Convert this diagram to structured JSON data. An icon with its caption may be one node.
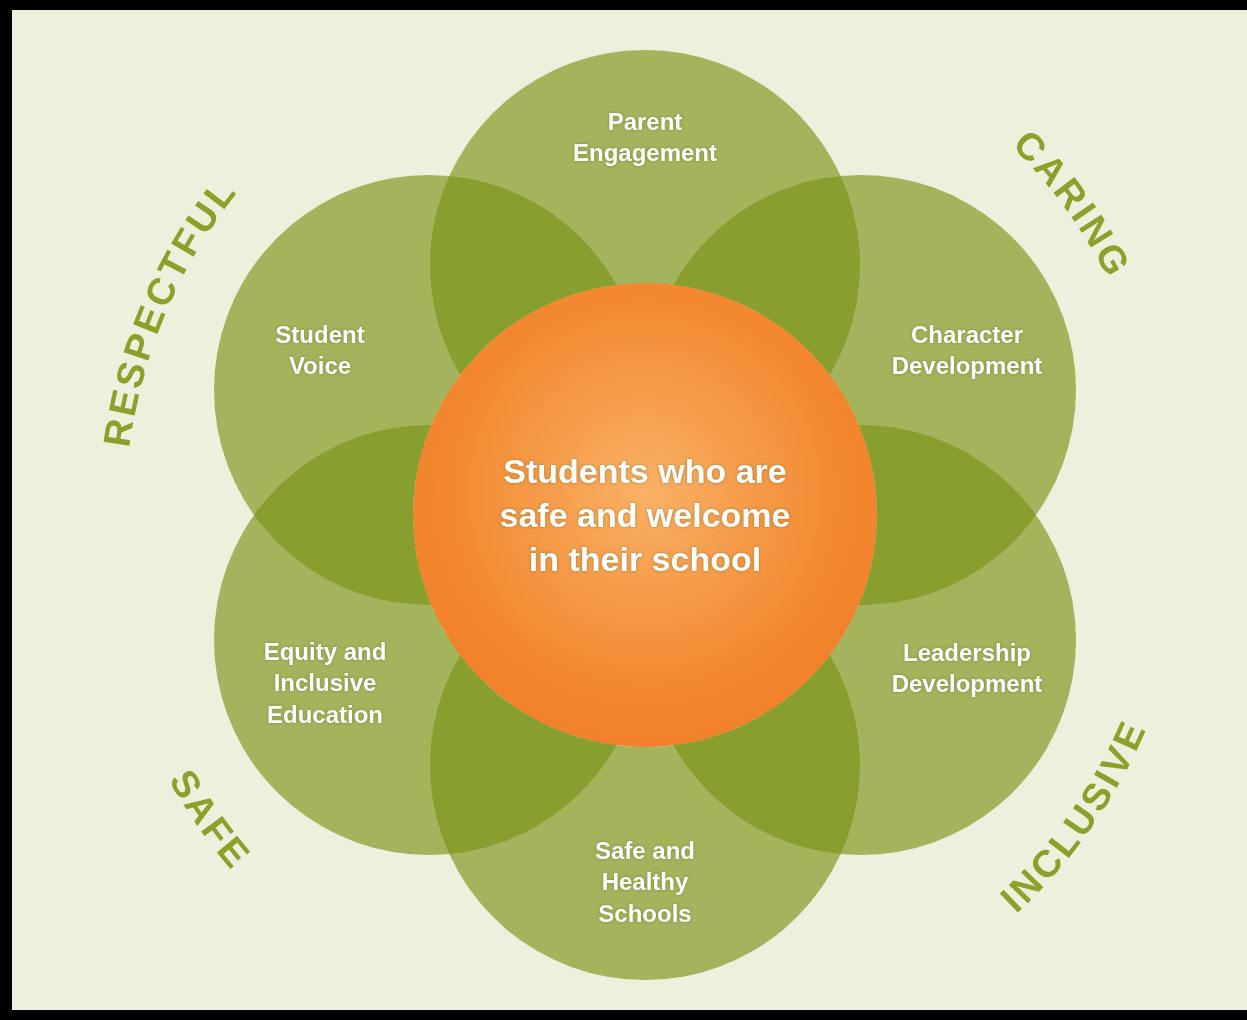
{
  "diagram": {
    "nodes": [
      {
        "text": [
          "Parent Engagement"
        ]
      },
      {
        "text": [
          "Student Voice"
        ]
      },
      {
        "text": [
          "Character Development"
        ]
      },
      {
        "text": [
          "Students who are safe and welcome in their school"
        ]
      },
      {
        "text": [
          "Equity and Inclusive Education"
        ]
      },
      {
        "text": [
          "Leadership Development"
        ]
      },
      {
        "text": [
          "Safe and Healthy Schools"
        ]
      }
    ],
    "labels": [
      "RESPECTFUL",
      "CARING",
      "SAFE",
      "INCLUSIVE"
    ]
  }
}
